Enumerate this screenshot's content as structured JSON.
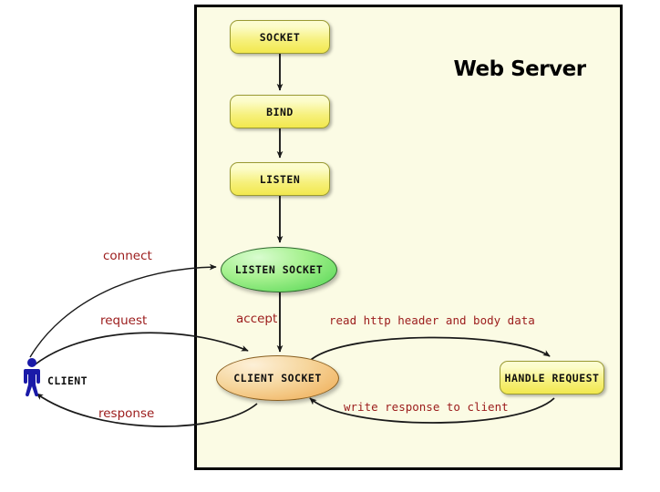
{
  "diagram": {
    "title": "Web Server",
    "server_box": {
      "label": "Web Server"
    },
    "nodes": [
      {
        "id": "socket",
        "label": "SOCKET",
        "shape": "rounded-rect",
        "color": "#f2e84e"
      },
      {
        "id": "bind",
        "label": "BIND",
        "shape": "rounded-rect",
        "color": "#f2e84e"
      },
      {
        "id": "listen",
        "label": "LISTEN",
        "shape": "rounded-rect",
        "color": "#f2e84e"
      },
      {
        "id": "listen_socket",
        "label": "LISTEN SOCKET",
        "shape": "ellipse",
        "color": "#4fd44f"
      },
      {
        "id": "client_socket",
        "label": "CLIENT SOCKET",
        "shape": "ellipse",
        "color": "#efa94f"
      },
      {
        "id": "handle_request",
        "label": "HANDLE REQUEST",
        "shape": "rounded-rect",
        "color": "#f2e84e"
      }
    ],
    "actor": {
      "id": "client",
      "label": "CLIENT",
      "color": "#1a1aa8"
    },
    "edge_labels": {
      "connect": "connect",
      "request": "request",
      "response": "response",
      "accept": "accept",
      "read": "read http header and body data",
      "write": "write response to client"
    },
    "colors": {
      "canvas_background": "#ffffff",
      "server_fill": "#fbfbe4",
      "server_border": "#000000",
      "label_red": "#9b1b1b",
      "edge_stroke": "#1a1a1a",
      "node_yellow": "#f2e84e",
      "node_green": "#4fd44f",
      "node_orange": "#efa94f",
      "actor_blue": "#1a1aa8"
    }
  }
}
